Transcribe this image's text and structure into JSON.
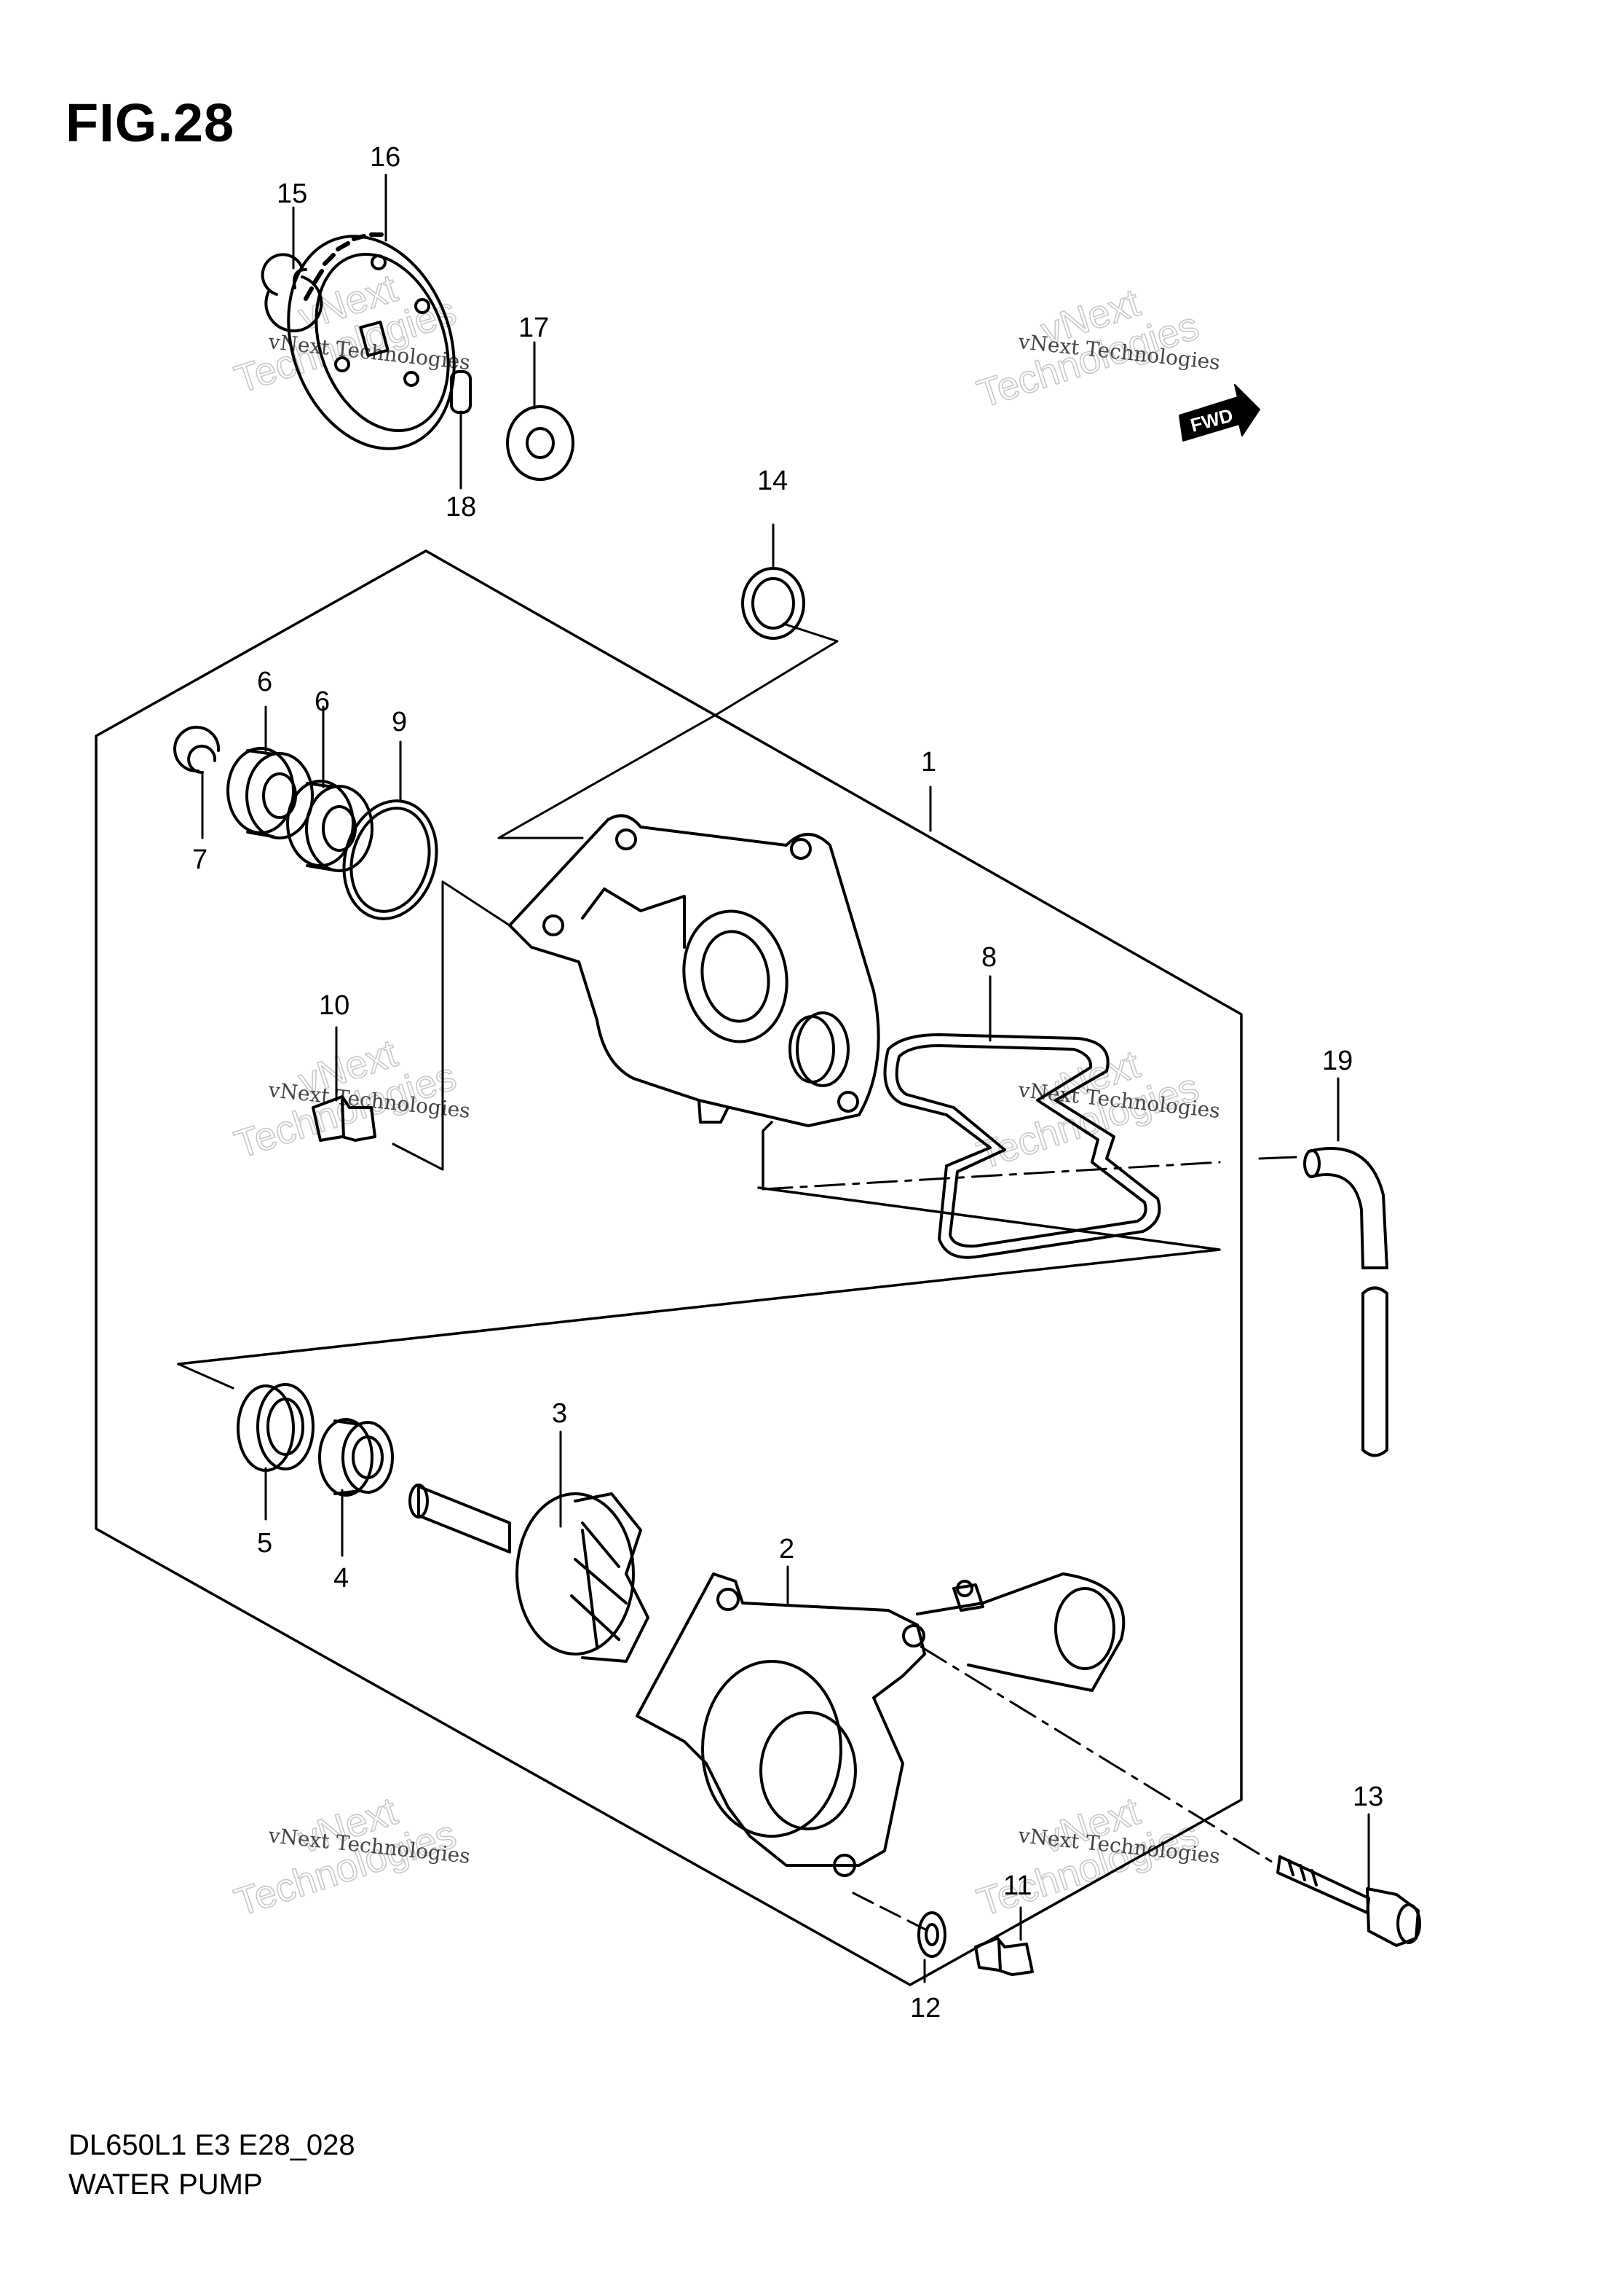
{
  "figure": {
    "title": "FIG.28",
    "model_code": "DL650L1  E3  E28_028",
    "caption": "WATER PUMP"
  },
  "direction_marker": {
    "label": "FWD"
  },
  "watermark": {
    "line1": "vNext Technologies",
    "line2": "vNext",
    "line3": "Technologies"
  },
  "callouts": [
    {
      "id": "1",
      "part": "pump-cover"
    },
    {
      "id": "2",
      "part": "pump-case"
    },
    {
      "id": "3",
      "part": "impeller-shaft"
    },
    {
      "id": "4",
      "part": "mechanical-seal"
    },
    {
      "id": "5",
      "part": "oil-seal"
    },
    {
      "id": "6",
      "part": "bearing"
    },
    {
      "id": "6",
      "part": "bearing"
    },
    {
      "id": "7",
      "part": "circlip"
    },
    {
      "id": "8",
      "part": "gasket"
    },
    {
      "id": "9",
      "part": "o-ring"
    },
    {
      "id": "10",
      "part": "bolt"
    },
    {
      "id": "11",
      "part": "bolt"
    },
    {
      "id": "12",
      "part": "washer"
    },
    {
      "id": "13",
      "part": "bolt"
    },
    {
      "id": "14",
      "part": "o-ring"
    },
    {
      "id": "15",
      "part": "circlip"
    },
    {
      "id": "16",
      "part": "pump-drive-gear"
    },
    {
      "id": "17",
      "part": "washer"
    },
    {
      "id": "18",
      "part": "pin"
    },
    {
      "id": "19",
      "part": "hose"
    }
  ]
}
